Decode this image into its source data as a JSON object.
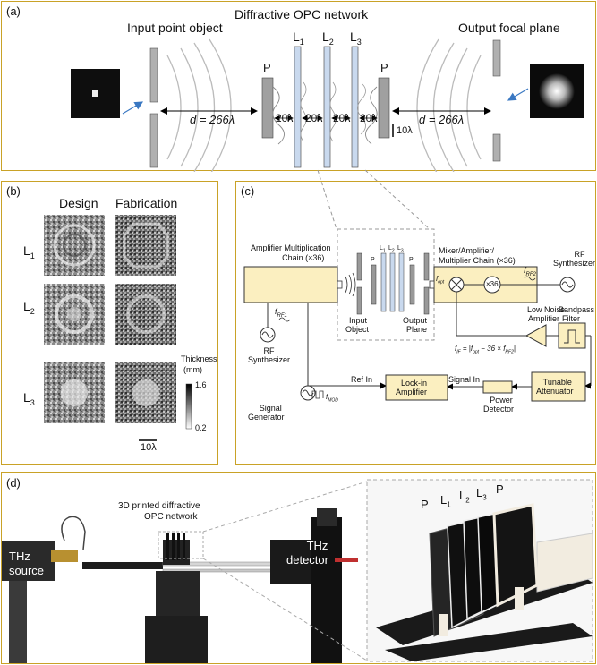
{
  "panel_a": {
    "label": "(a)",
    "title": "Diffractive OPC network",
    "input_label": "Input point object",
    "output_label": "Output focal plane",
    "layers": [
      "L",
      "L",
      "L"
    ],
    "layer_subs": [
      "1",
      "2",
      "3"
    ],
    "p_label": "P",
    "d_left": "d = 266λ",
    "d_right": "d = 266λ",
    "gap": "20λ",
    "scale": "10λ"
  },
  "panel_b": {
    "label": "(b)",
    "col_design": "Design",
    "col_fab": "Fabrication",
    "rows": [
      "L",
      "L",
      "L"
    ],
    "row_subs": [
      "1",
      "2",
      "3"
    ],
    "thickness_title": "Thickness",
    "thickness_unit": "(mm)",
    "thickness_max": "1.6",
    "thickness_min": "0.2",
    "scale": "10λ"
  },
  "panel_c": {
    "label": "(c)",
    "amp_chain": "Amplifier Multiplication",
    "amp_chain2": "Chain (×36)",
    "mixer1": "Mixer/Amplifier/",
    "mixer2": "Multiplier Chain (×36)",
    "rf1_a": "RF",
    "rf1_b": "Synthesizer",
    "rf1_f": "f",
    "rf1_sub": "RF1",
    "rf2_a": "RF",
    "rf2_b": "Synthesizer",
    "rf2_f": "f",
    "rf2_sub": "RF2",
    "input_obj1": "Input",
    "input_obj2": "Object",
    "output_pl1": "Output",
    "output_pl2": "Plane",
    "p": "P",
    "layers": [
      "L",
      "L",
      "L"
    ],
    "layer_subs": [
      "1",
      "2",
      "3"
    ],
    "x36": "×36",
    "fopt": "f",
    "fopt_sub": "opt",
    "lna1": "Low Noise",
    "lna2": "Amplifier",
    "bp1": "Bandpass",
    "bp2": "Filter",
    "fif": "f",
    "fif_sub": "IF",
    "fif_eq": " = |f",
    "fif_eq_sub": "opt",
    "fif_eq2": " − 36 × f",
    "fif_eq2_sub": "RF2",
    "fif_eq3": "|",
    "ref_in": "Ref In",
    "signal_in": "Signal In",
    "lockin1": "Lock-in",
    "lockin2": "Amplifier",
    "sig_gen1": "Signal",
    "sig_gen2": "Generator",
    "fmod": "f",
    "fmod_sub": "MOD",
    "power1": "Power",
    "power2": "Detector",
    "tun1": "Tunable",
    "tun2": "Attenuator"
  },
  "panel_d": {
    "label": "(d)",
    "source1": "THz",
    "source2": "source",
    "detector1": "THz",
    "detector2": "detector",
    "network1": "3D printed diffractive",
    "network2": "OPC network",
    "inset_p1": "P",
    "inset_p2": "P",
    "inset_layers": [
      "L",
      "L",
      "L"
    ],
    "inset_subs": [
      "1",
      "2",
      "3"
    ]
  }
}
